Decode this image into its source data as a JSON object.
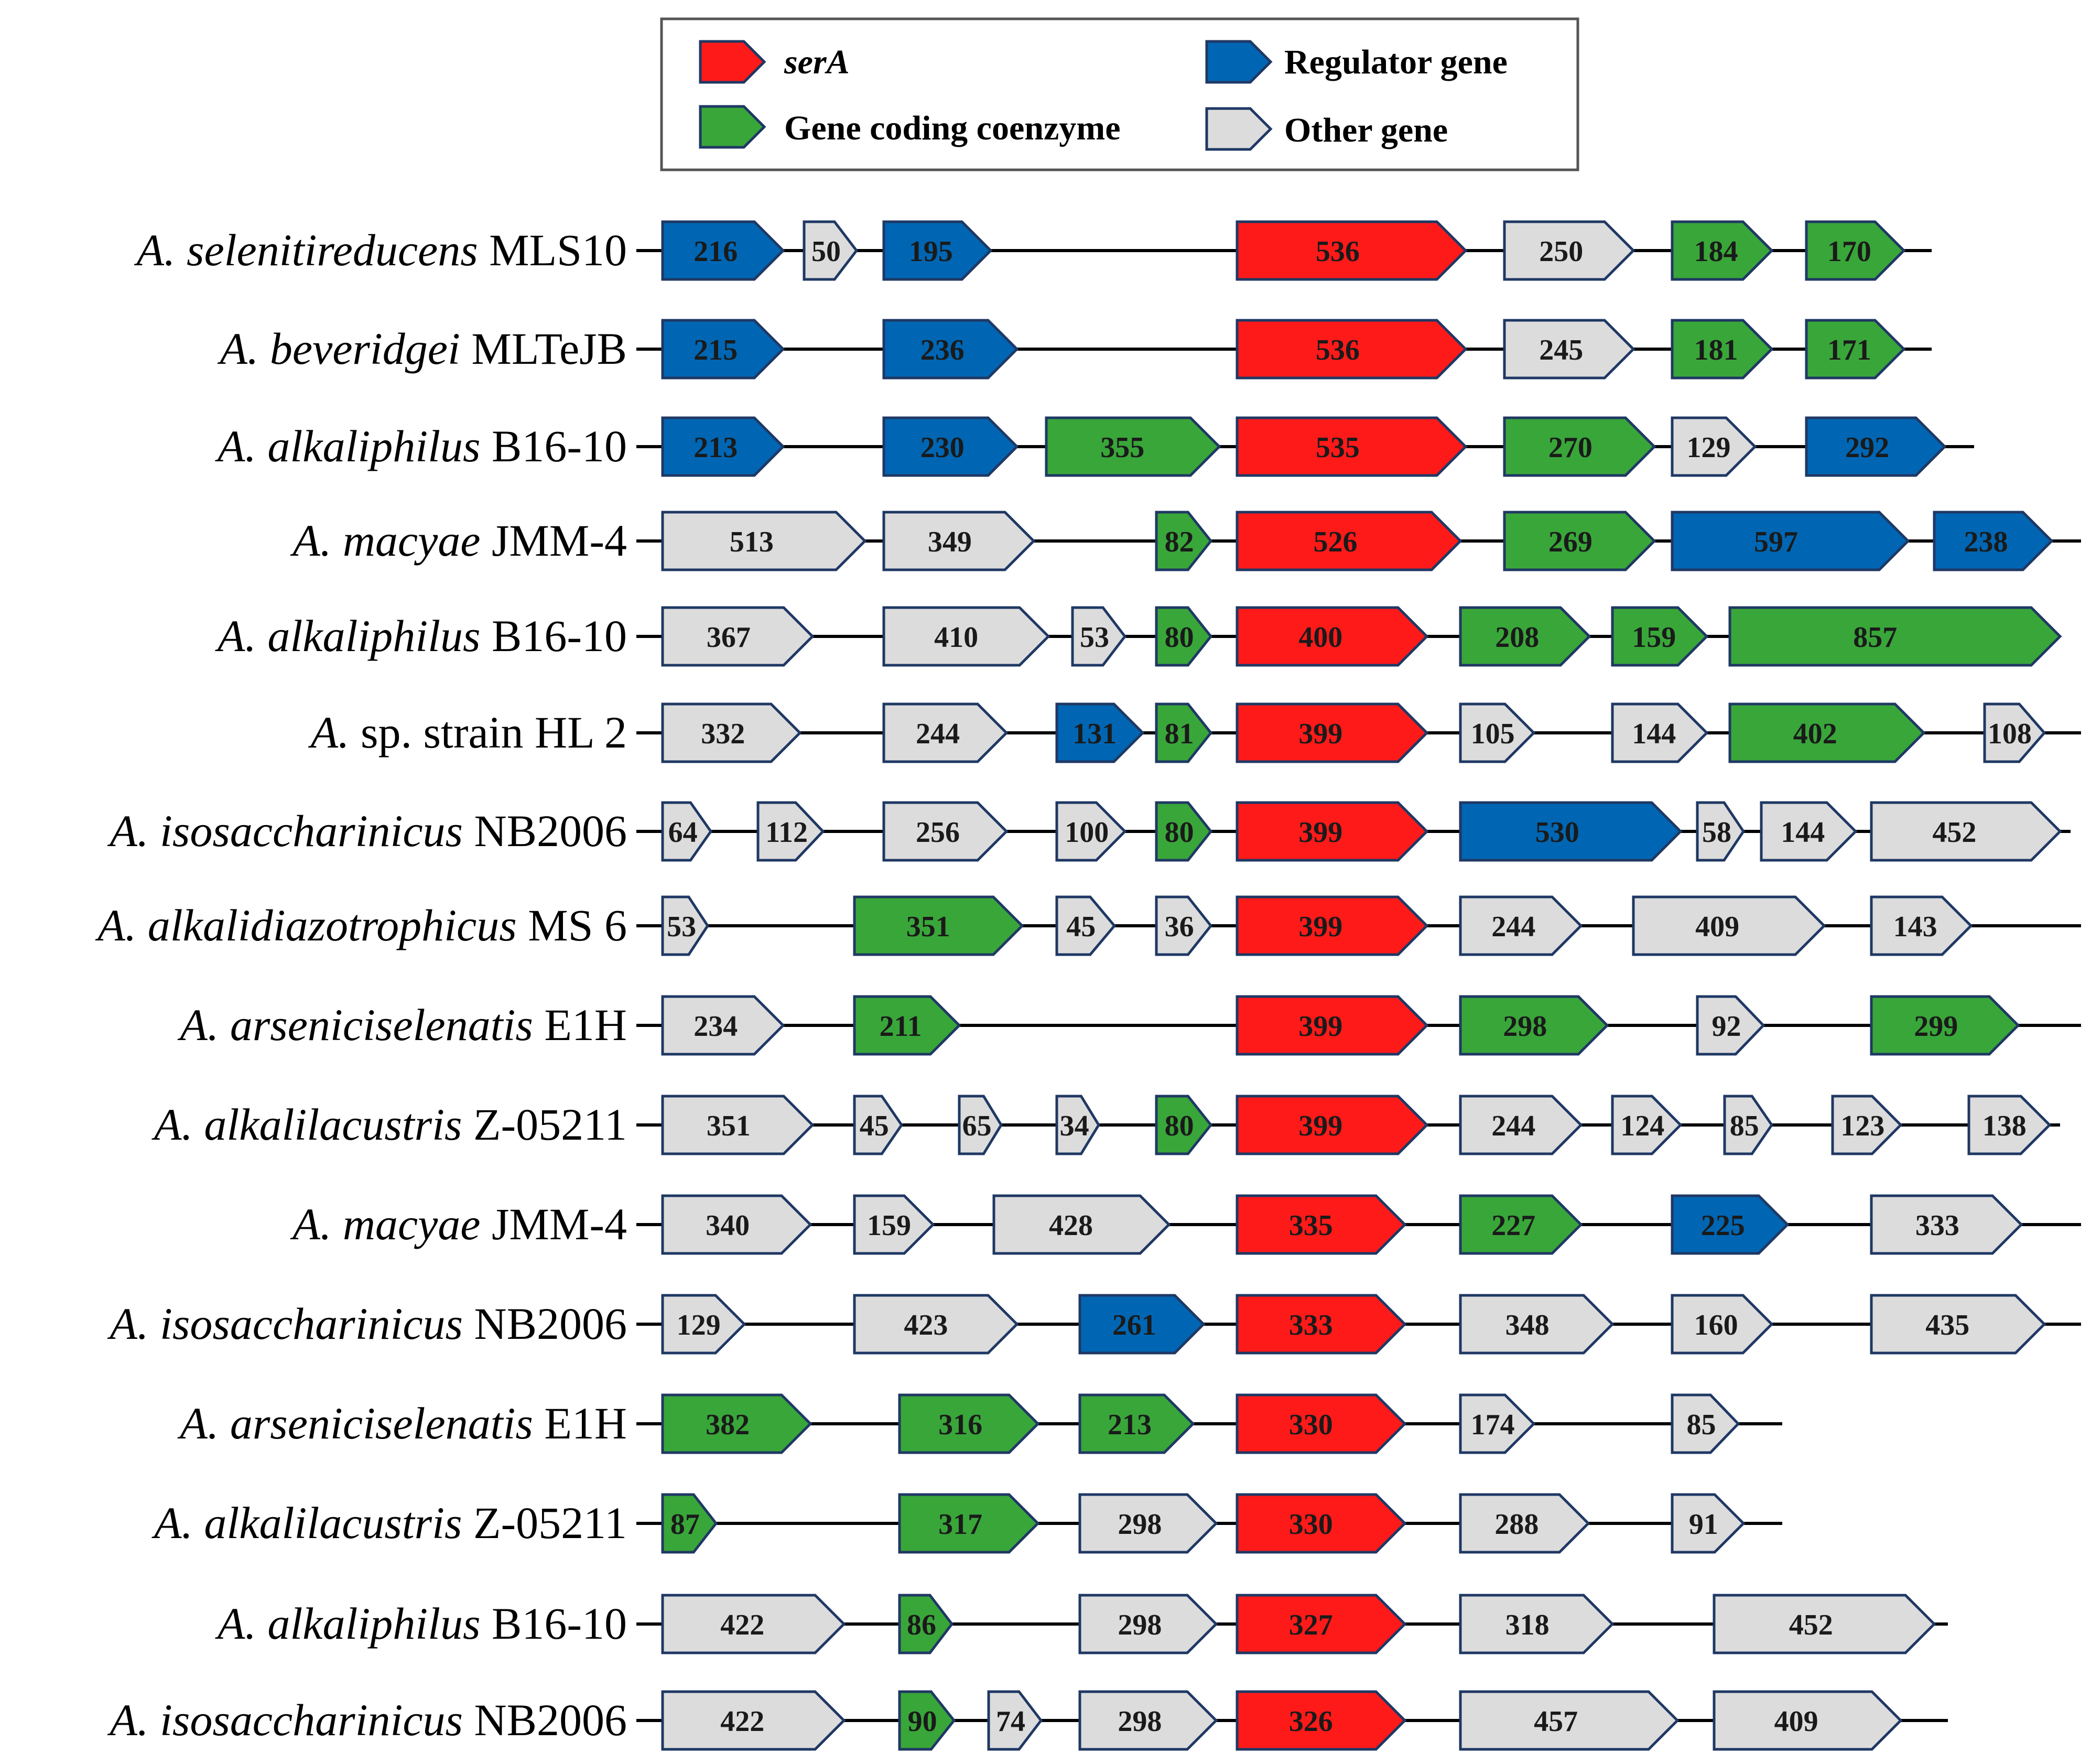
{
  "colors": {
    "serA": "#ff1a1a",
    "regulator": "#0066b3",
    "coenzyme": "#39a639",
    "other": "#dcdcdc",
    "outline": "#1f3864"
  },
  "legend": [
    {
      "type": "serA",
      "label": "serA",
      "italic": true
    },
    {
      "type": "regulator",
      "label": "Regulator gene",
      "italic": false
    },
    {
      "type": "coenzyme",
      "label": "Gene coding coenzyme",
      "italic": false
    },
    {
      "type": "other",
      "label": "Other gene",
      "italic": false
    }
  ],
  "rows": [
    {
      "genus": "A.",
      "species": "selenitireducens",
      "strain": "MLS10",
      "line_end": 3685,
      "genes": [
        {
          "s": 1264,
          "e": 1494,
          "t": "regulator",
          "l": "216"
        },
        {
          "s": 1534,
          "e": 1634,
          "t": "other",
          "l": "50"
        },
        {
          "s": 1686,
          "e": 1890,
          "t": "regulator",
          "l": "195"
        },
        {
          "s": 2360,
          "e": 2796,
          "t": "serA",
          "l": "536"
        },
        {
          "s": 2870,
          "e": 3116,
          "t": "other",
          "l": "250"
        },
        {
          "s": 3190,
          "e": 3380,
          "t": "coenzyme",
          "l": "184"
        },
        {
          "s": 3446,
          "e": 3632,
          "t": "coenzyme",
          "l": "170"
        }
      ]
    },
    {
      "genus": "A.",
      "species": "beveridgei",
      "strain": "MLTeJB",
      "line_end": 3685,
      "genes": [
        {
          "s": 1264,
          "e": 1494,
          "t": "regulator",
          "l": "215"
        },
        {
          "s": 1686,
          "e": 1940,
          "t": "regulator",
          "l": "236"
        },
        {
          "s": 2360,
          "e": 2796,
          "t": "serA",
          "l": "536"
        },
        {
          "s": 2870,
          "e": 3116,
          "t": "other",
          "l": "245"
        },
        {
          "s": 3190,
          "e": 3380,
          "t": "coenzyme",
          "l": "181"
        },
        {
          "s": 3446,
          "e": 3632,
          "t": "coenzyme",
          "l": "171"
        }
      ]
    },
    {
      "genus": "A.",
      "species": "alkaliphilus",
      "strain": "B16-10",
      "line_end": 3766,
      "genes": [
        {
          "s": 1264,
          "e": 1494,
          "t": "regulator",
          "l": "213"
        },
        {
          "s": 1686,
          "e": 1940,
          "t": "regulator",
          "l": "230"
        },
        {
          "s": 1996,
          "e": 2326,
          "t": "coenzyme",
          "l": "355"
        },
        {
          "s": 2360,
          "e": 2796,
          "t": "serA",
          "l": "535"
        },
        {
          "s": 2870,
          "e": 3156,
          "t": "coenzyme",
          "l": "270"
        },
        {
          "s": 3190,
          "e": 3348,
          "t": "other",
          "l": "129"
        },
        {
          "s": 3446,
          "e": 3710,
          "t": "regulator",
          "l": "292"
        }
      ]
    },
    {
      "genus": "A.",
      "species": "macyae",
      "strain": "JMM-4",
      "line_end": 3970,
      "genes": [
        {
          "s": 1264,
          "e": 1650,
          "t": "other",
          "l": "513"
        },
        {
          "s": 1686,
          "e": 1972,
          "t": "other",
          "l": "349"
        },
        {
          "s": 2206,
          "e": 2310,
          "t": "coenzyme",
          "l": "82"
        },
        {
          "s": 2360,
          "e": 2786,
          "t": "serA",
          "l": "526"
        },
        {
          "s": 2870,
          "e": 3156,
          "t": "coenzyme",
          "l": "269"
        },
        {
          "s": 3190,
          "e": 3640,
          "t": "regulator",
          "l": "597"
        },
        {
          "s": 3690,
          "e": 3914,
          "t": "regulator",
          "l": "238"
        }
      ]
    },
    {
      "genus": "A.",
      "species": "alkaliphilus",
      "strain": "B16-10",
      "line_end": 3930,
      "genes": [
        {
          "s": 1264,
          "e": 1550,
          "t": "other",
          "l": "367"
        },
        {
          "s": 1686,
          "e": 2000,
          "t": "other",
          "l": "410"
        },
        {
          "s": 2046,
          "e": 2146,
          "t": "other",
          "l": "53"
        },
        {
          "s": 2206,
          "e": 2310,
          "t": "coenzyme",
          "l": "80"
        },
        {
          "s": 2360,
          "e": 2722,
          "t": "serA",
          "l": "400"
        },
        {
          "s": 2786,
          "e": 3032,
          "t": "coenzyme",
          "l": "208"
        },
        {
          "s": 3076,
          "e": 3256,
          "t": "coenzyme",
          "l": "159"
        },
        {
          "s": 3300,
          "e": 3930,
          "t": "coenzyme",
          "l": "857"
        }
      ]
    },
    {
      "genus": "A.",
      "species": "sp. strain",
      "strain": "HL 2",
      "line_end": 3970,
      "genes": [
        {
          "s": 1264,
          "e": 1526,
          "t": "other",
          "l": "332"
        },
        {
          "s": 1686,
          "e": 1920,
          "t": "other",
          "l": "244"
        },
        {
          "s": 2016,
          "e": 2180,
          "t": "regulator",
          "l": "131"
        },
        {
          "s": 2206,
          "e": 2310,
          "t": "coenzyme",
          "l": "81"
        },
        {
          "s": 2360,
          "e": 2722,
          "t": "serA",
          "l": "399"
        },
        {
          "s": 2786,
          "e": 2926,
          "t": "other",
          "l": "105"
        },
        {
          "s": 3076,
          "e": 3256,
          "t": "other",
          "l": "144"
        },
        {
          "s": 3300,
          "e": 3670,
          "t": "coenzyme",
          "l": "402"
        },
        {
          "s": 3786,
          "e": 3900,
          "t": "other",
          "l": "108"
        }
      ]
    },
    {
      "genus": "A.",
      "species": "isosaccharinicus",
      "strain": "NB2006",
      "line_end": 3950,
      "genes": [
        {
          "s": 1264,
          "e": 1356,
          "t": "other",
          "l": "64"
        },
        {
          "s": 1446,
          "e": 1570,
          "t": "other",
          "l": "112"
        },
        {
          "s": 1686,
          "e": 1920,
          "t": "other",
          "l": "256"
        },
        {
          "s": 2016,
          "e": 2146,
          "t": "other",
          "l": "100"
        },
        {
          "s": 2206,
          "e": 2310,
          "t": "coenzyme",
          "l": "80"
        },
        {
          "s": 2360,
          "e": 2722,
          "t": "serA",
          "l": "399"
        },
        {
          "s": 2786,
          "e": 3206,
          "t": "regulator",
          "l": "530"
        },
        {
          "s": 3238,
          "e": 3326,
          "t": "other",
          "l": "58"
        },
        {
          "s": 3360,
          "e": 3540,
          "t": "other",
          "l": "144"
        },
        {
          "s": 3570,
          "e": 3930,
          "t": "other",
          "l": "452"
        }
      ]
    },
    {
      "genus": "A.",
      "species": "alkalidiazotrophicus",
      "strain": "MS 6",
      "line_end": 3970,
      "genes": [
        {
          "s": 1264,
          "e": 1350,
          "t": "other",
          "l": "53"
        },
        {
          "s": 1630,
          "e": 1950,
          "t": "coenzyme",
          "l": "351"
        },
        {
          "s": 2016,
          "e": 2126,
          "t": "other",
          "l": "45"
        },
        {
          "s": 2206,
          "e": 2310,
          "t": "other",
          "l": "36"
        },
        {
          "s": 2360,
          "e": 2722,
          "t": "serA",
          "l": "399"
        },
        {
          "s": 2786,
          "e": 3016,
          "t": "other",
          "l": "244"
        },
        {
          "s": 3116,
          "e": 3480,
          "t": "other",
          "l": "409"
        },
        {
          "s": 3570,
          "e": 3760,
          "t": "other",
          "l": "143"
        }
      ]
    },
    {
      "genus": "A.",
      "species": "arseniciselenatis",
      "strain": "E1H",
      "line_end": 3970,
      "genes": [
        {
          "s": 1264,
          "e": 1494,
          "t": "other",
          "l": "234"
        },
        {
          "s": 1630,
          "e": 1830,
          "t": "coenzyme",
          "l": "211"
        },
        {
          "s": 2360,
          "e": 2722,
          "t": "serA",
          "l": "399"
        },
        {
          "s": 2786,
          "e": 3066,
          "t": "coenzyme",
          "l": "298"
        },
        {
          "s": 3238,
          "e": 3364,
          "t": "other",
          "l": "92"
        },
        {
          "s": 3570,
          "e": 3850,
          "t": "coenzyme",
          "l": "299"
        }
      ]
    },
    {
      "genus": "A.",
      "species": "alkalilacustris",
      "strain": "Z-05211",
      "line_end": 3930,
      "genes": [
        {
          "s": 1264,
          "e": 1550,
          "t": "other",
          "l": "351"
        },
        {
          "s": 1630,
          "e": 1720,
          "t": "other",
          "l": "45"
        },
        {
          "s": 1830,
          "e": 1910,
          "t": "other",
          "l": "65"
        },
        {
          "s": 2016,
          "e": 2096,
          "t": "other",
          "l": "34"
        },
        {
          "s": 2206,
          "e": 2310,
          "t": "coenzyme",
          "l": "80"
        },
        {
          "s": 2360,
          "e": 2722,
          "t": "serA",
          "l": "399"
        },
        {
          "s": 2786,
          "e": 3016,
          "t": "other",
          "l": "244"
        },
        {
          "s": 3076,
          "e": 3206,
          "t": "other",
          "l": "124"
        },
        {
          "s": 3290,
          "e": 3380,
          "t": "other",
          "l": "85"
        },
        {
          "s": 3496,
          "e": 3626,
          "t": "other",
          "l": "123"
        },
        {
          "s": 3756,
          "e": 3910,
          "t": "other",
          "l": "138"
        }
      ]
    },
    {
      "genus": "A.",
      "species": "macyae",
      "strain": "JMM-4",
      "line_end": 3970,
      "genes": [
        {
          "s": 1264,
          "e": 1546,
          "t": "other",
          "l": "340"
        },
        {
          "s": 1630,
          "e": 1780,
          "t": "other",
          "l": "159"
        },
        {
          "s": 1896,
          "e": 2230,
          "t": "other",
          "l": "428"
        },
        {
          "s": 2360,
          "e": 2680,
          "t": "serA",
          "l": "335"
        },
        {
          "s": 2786,
          "e": 3016,
          "t": "coenzyme",
          "l": "227"
        },
        {
          "s": 3190,
          "e": 3410,
          "t": "regulator",
          "l": "225"
        },
        {
          "s": 3570,
          "e": 3856,
          "t": "other",
          "l": "333"
        }
      ]
    },
    {
      "genus": "A.",
      "species": "isosaccharinicus",
      "strain": "NB2006",
      "line_end": 3970,
      "genes": [
        {
          "s": 1264,
          "e": 1420,
          "t": "other",
          "l": "129"
        },
        {
          "s": 1630,
          "e": 1940,
          "t": "other",
          "l": "423"
        },
        {
          "s": 2060,
          "e": 2296,
          "t": "regulator",
          "l": "261"
        },
        {
          "s": 2360,
          "e": 2680,
          "t": "serA",
          "l": "333"
        },
        {
          "s": 2786,
          "e": 3076,
          "t": "other",
          "l": "348"
        },
        {
          "s": 3190,
          "e": 3380,
          "t": "other",
          "l": "160"
        },
        {
          "s": 3570,
          "e": 3900,
          "t": "other",
          "l": "435"
        }
      ]
    },
    {
      "genus": "A.",
      "species": "arseniciselenatis",
      "strain": "E1H",
      "line_end": 3400,
      "genes": [
        {
          "s": 1264,
          "e": 1546,
          "t": "coenzyme",
          "l": "382"
        },
        {
          "s": 1716,
          "e": 1980,
          "t": "coenzyme",
          "l": "316"
        },
        {
          "s": 2060,
          "e": 2276,
          "t": "coenzyme",
          "l": "213"
        },
        {
          "s": 2360,
          "e": 2680,
          "t": "serA",
          "l": "330"
        },
        {
          "s": 2786,
          "e": 2926,
          "t": "other",
          "l": "174"
        },
        {
          "s": 3190,
          "e": 3316,
          "t": "other",
          "l": "85"
        }
      ]
    },
    {
      "genus": "A.",
      "species": "alkalilacustris",
      "strain": "Z-05211",
      "line_end": 3400,
      "genes": [
        {
          "s": 1264,
          "e": 1366,
          "t": "coenzyme",
          "l": "87"
        },
        {
          "s": 1716,
          "e": 1980,
          "t": "coenzyme",
          "l": "317"
        },
        {
          "s": 2060,
          "e": 2320,
          "t": "other",
          "l": "298"
        },
        {
          "s": 2360,
          "e": 2680,
          "t": "serA",
          "l": "330"
        },
        {
          "s": 2786,
          "e": 3030,
          "t": "other",
          "l": "288"
        },
        {
          "s": 3190,
          "e": 3326,
          "t": "other",
          "l": "91"
        }
      ]
    },
    {
      "genus": "A.",
      "species": "alkaliphilus",
      "strain": "B16-10",
      "line_end": 3716,
      "genes": [
        {
          "s": 1264,
          "e": 1610,
          "t": "other",
          "l": "422"
        },
        {
          "s": 1716,
          "e": 1816,
          "t": "coenzyme",
          "l": "86"
        },
        {
          "s": 2060,
          "e": 2320,
          "t": "other",
          "l": "298"
        },
        {
          "s": 2360,
          "e": 2680,
          "t": "serA",
          "l": "327"
        },
        {
          "s": 2786,
          "e": 3076,
          "t": "other",
          "l": "318"
        },
        {
          "s": 3270,
          "e": 3690,
          "t": "other",
          "l": "452"
        }
      ]
    },
    {
      "genus": "A.",
      "species": "isosaccharinicus",
      "strain": "NB2006",
      "line_end": 3716,
      "genes": [
        {
          "s": 1264,
          "e": 1610,
          "t": "other",
          "l": "422"
        },
        {
          "s": 1716,
          "e": 1820,
          "t": "coenzyme",
          "l": "90"
        },
        {
          "s": 1886,
          "e": 1986,
          "t": "other",
          "l": "74"
        },
        {
          "s": 2060,
          "e": 2320,
          "t": "other",
          "l": "298"
        },
        {
          "s": 2360,
          "e": 2680,
          "t": "serA",
          "l": "326"
        },
        {
          "s": 2786,
          "e": 3200,
          "t": "other",
          "l": "457"
        },
        {
          "s": 3270,
          "e": 3626,
          "t": "other",
          "l": "409"
        }
      ]
    }
  ]
}
